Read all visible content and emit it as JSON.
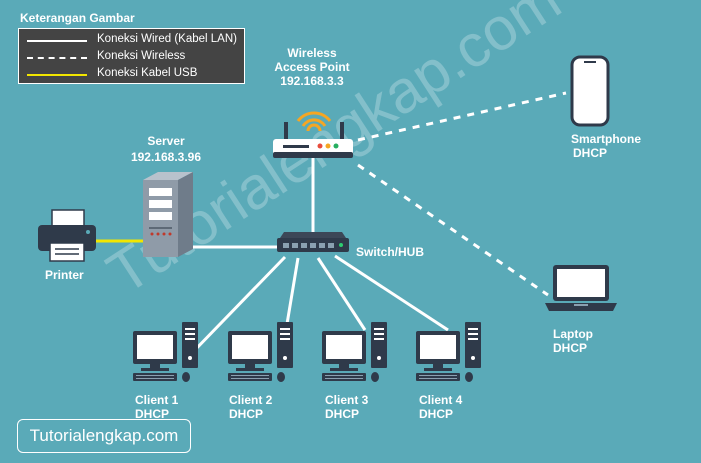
{
  "legend": {
    "title": "Keterangan Gambar",
    "items": [
      {
        "label": "Koneksi Wired (Kabel LAN)",
        "style": "solid",
        "color": "#ffffff"
      },
      {
        "label": "Koneksi Wireless",
        "style": "dashed",
        "color": "#ffffff"
      },
      {
        "label": "Koneksi Kabel USB",
        "style": "solid",
        "color": "#f2e600"
      }
    ]
  },
  "nodes": {
    "access_point": {
      "name_line1": "Wireless",
      "name_line2": "Access Point",
      "ip": "192.168.3.3"
    },
    "server": {
      "name": "Server",
      "ip": "192.168.3.96"
    },
    "switch": {
      "name": "Switch/HUB"
    },
    "printer": {
      "name": "Printer"
    },
    "smartphone": {
      "name": "Smartphone",
      "ip_mode": "DHCP"
    },
    "laptop": {
      "name": "Laptop",
      "ip_mode": "DHCP"
    },
    "clients": [
      {
        "name": "Client 1",
        "ip_mode": "DHCP"
      },
      {
        "name": "Client 2",
        "ip_mode": "DHCP"
      },
      {
        "name": "Client 3",
        "ip_mode": "DHCP"
      },
      {
        "name": "Client 4",
        "ip_mode": "DHCP"
      }
    ]
  },
  "watermark": "Tutorialengkap.com",
  "site_badge": "Tutorialengkap.com",
  "colors": {
    "background": "#5aaab8",
    "wire": "#ffffff",
    "usb": "#f2e600",
    "device_dark": "#2f3a4a",
    "wifi": "#f5a623"
  }
}
